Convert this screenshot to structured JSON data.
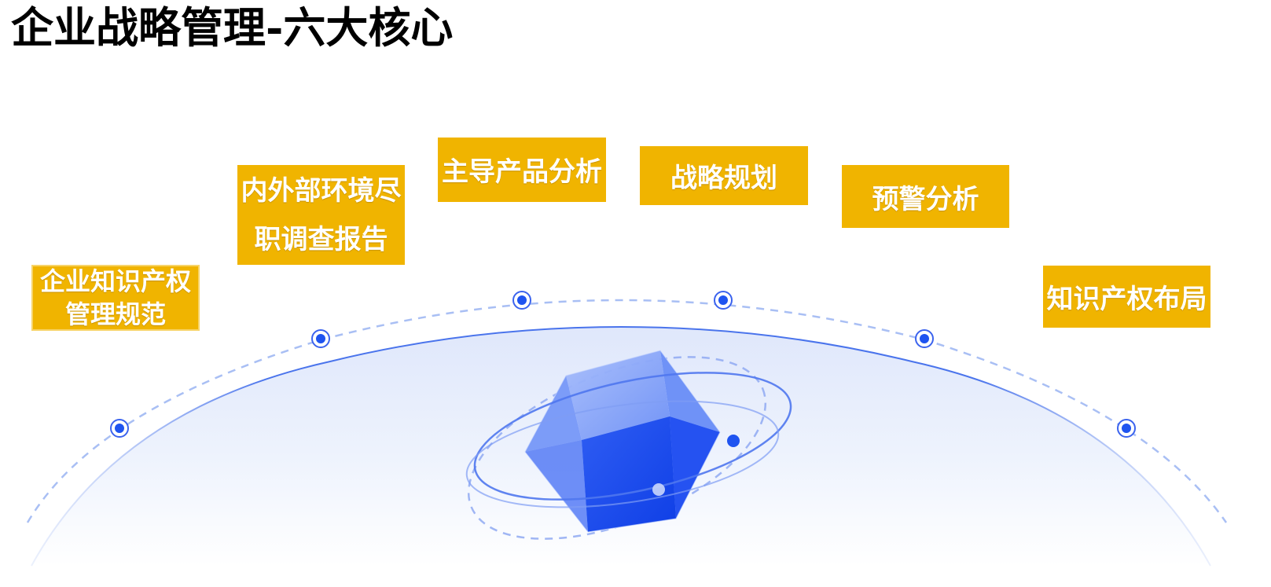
{
  "title": "企业战略管理-六大核心",
  "colors": {
    "card_fill": "#f0b400",
    "card_text": "#ffffff",
    "accent_blue": "#1f54f0",
    "dome_line": "#4a74ec",
    "dashed_arc": "#a9bff4"
  },
  "cards": [
    {
      "id": "ip-management",
      "line1": "企业知识产权",
      "line2": "管理规范"
    },
    {
      "id": "due-diligence",
      "line1": "内外部环境尽",
      "line2": "职调查报告"
    },
    {
      "id": "product-analysis",
      "line1": "主导产品分析"
    },
    {
      "id": "strategy-planning",
      "line1": "战略规划"
    },
    {
      "id": "warning-analysis",
      "line1": "预警分析"
    },
    {
      "id": "ip-layout",
      "line1": "知识产权布局"
    }
  ],
  "center_graphic": {
    "icon": "crystal-orbit-icon"
  }
}
